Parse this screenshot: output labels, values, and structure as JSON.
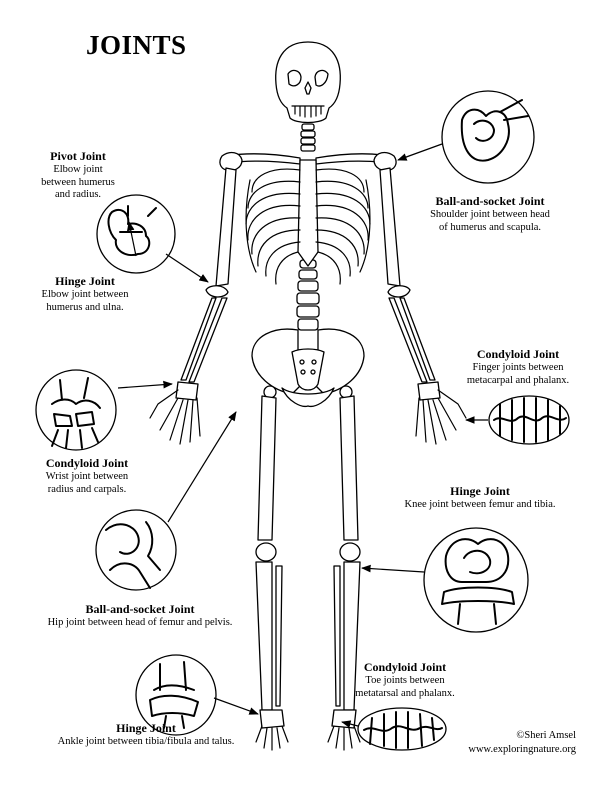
{
  "title": "JOINTS",
  "labels": {
    "pivot": {
      "heading": "Pivot Joint",
      "lines": [
        "Elbow joint",
        "between humerus",
        "and radius."
      ]
    },
    "ball_shoulder": {
      "heading": "Ball-and-socket Joint",
      "lines": [
        "Shoulder joint between head",
        "of humerus and scapula."
      ]
    },
    "hinge_elbow": {
      "heading": "Hinge Joint",
      "lines": [
        "Elbow joint between",
        "humerus and ulna."
      ]
    },
    "condyloid_finger": {
      "heading": "Condyloid Joint",
      "lines": [
        "Finger joints between",
        "metacarpal and phalanx."
      ]
    },
    "condyloid_wrist": {
      "heading": "Condyloid Joint",
      "lines": [
        "Wrist joint between",
        "radius and carpals."
      ]
    },
    "hinge_knee": {
      "heading": "Hinge Joint",
      "lines": [
        "Knee joint between femur and tibia."
      ]
    },
    "ball_hip": {
      "heading": "Ball-and-socket Joint",
      "lines": [
        "Hip joint between head of femur and pelvis."
      ]
    },
    "condyloid_toe": {
      "heading": "Condyloid Joint",
      "lines": [
        "Toe joints between",
        "metatarsal and phalanx."
      ]
    },
    "hinge_ankle": {
      "heading": "Hinge Joint",
      "lines": [
        "Ankle joint between tibia/fibula and talus."
      ]
    }
  },
  "credit": {
    "author": "©Sheri Amsel",
    "website": "www.exploringnature.org"
  }
}
